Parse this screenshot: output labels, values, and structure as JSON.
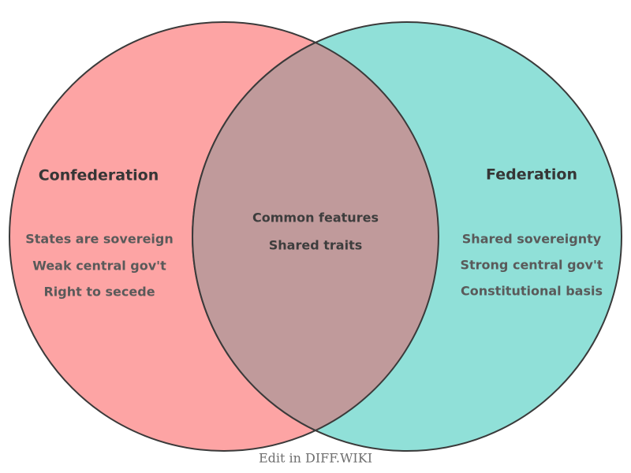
{
  "venn": {
    "left": {
      "title": "Confederation",
      "items": [
        "States are sovereign",
        "Weak central gov't",
        "Right to secede"
      ],
      "color": "#FDA4A4"
    },
    "right": {
      "title": "Federation",
      "items": [
        "Shared sovereignty",
        "Strong central gov't",
        "Constitutional basis"
      ],
      "color": "#90E0D8"
    },
    "overlap": {
      "items": [
        "Common features",
        "Shared traits"
      ],
      "color": "#C09A9B"
    },
    "style": {
      "outline_color": "#3a3a3a",
      "title_color": "#363636",
      "item_color": "#5a5a5a",
      "center_text_color": "#3d3d3d",
      "footer_color": "#6e6e6e"
    },
    "footer": "Edit in DIFF.WIKI"
  }
}
